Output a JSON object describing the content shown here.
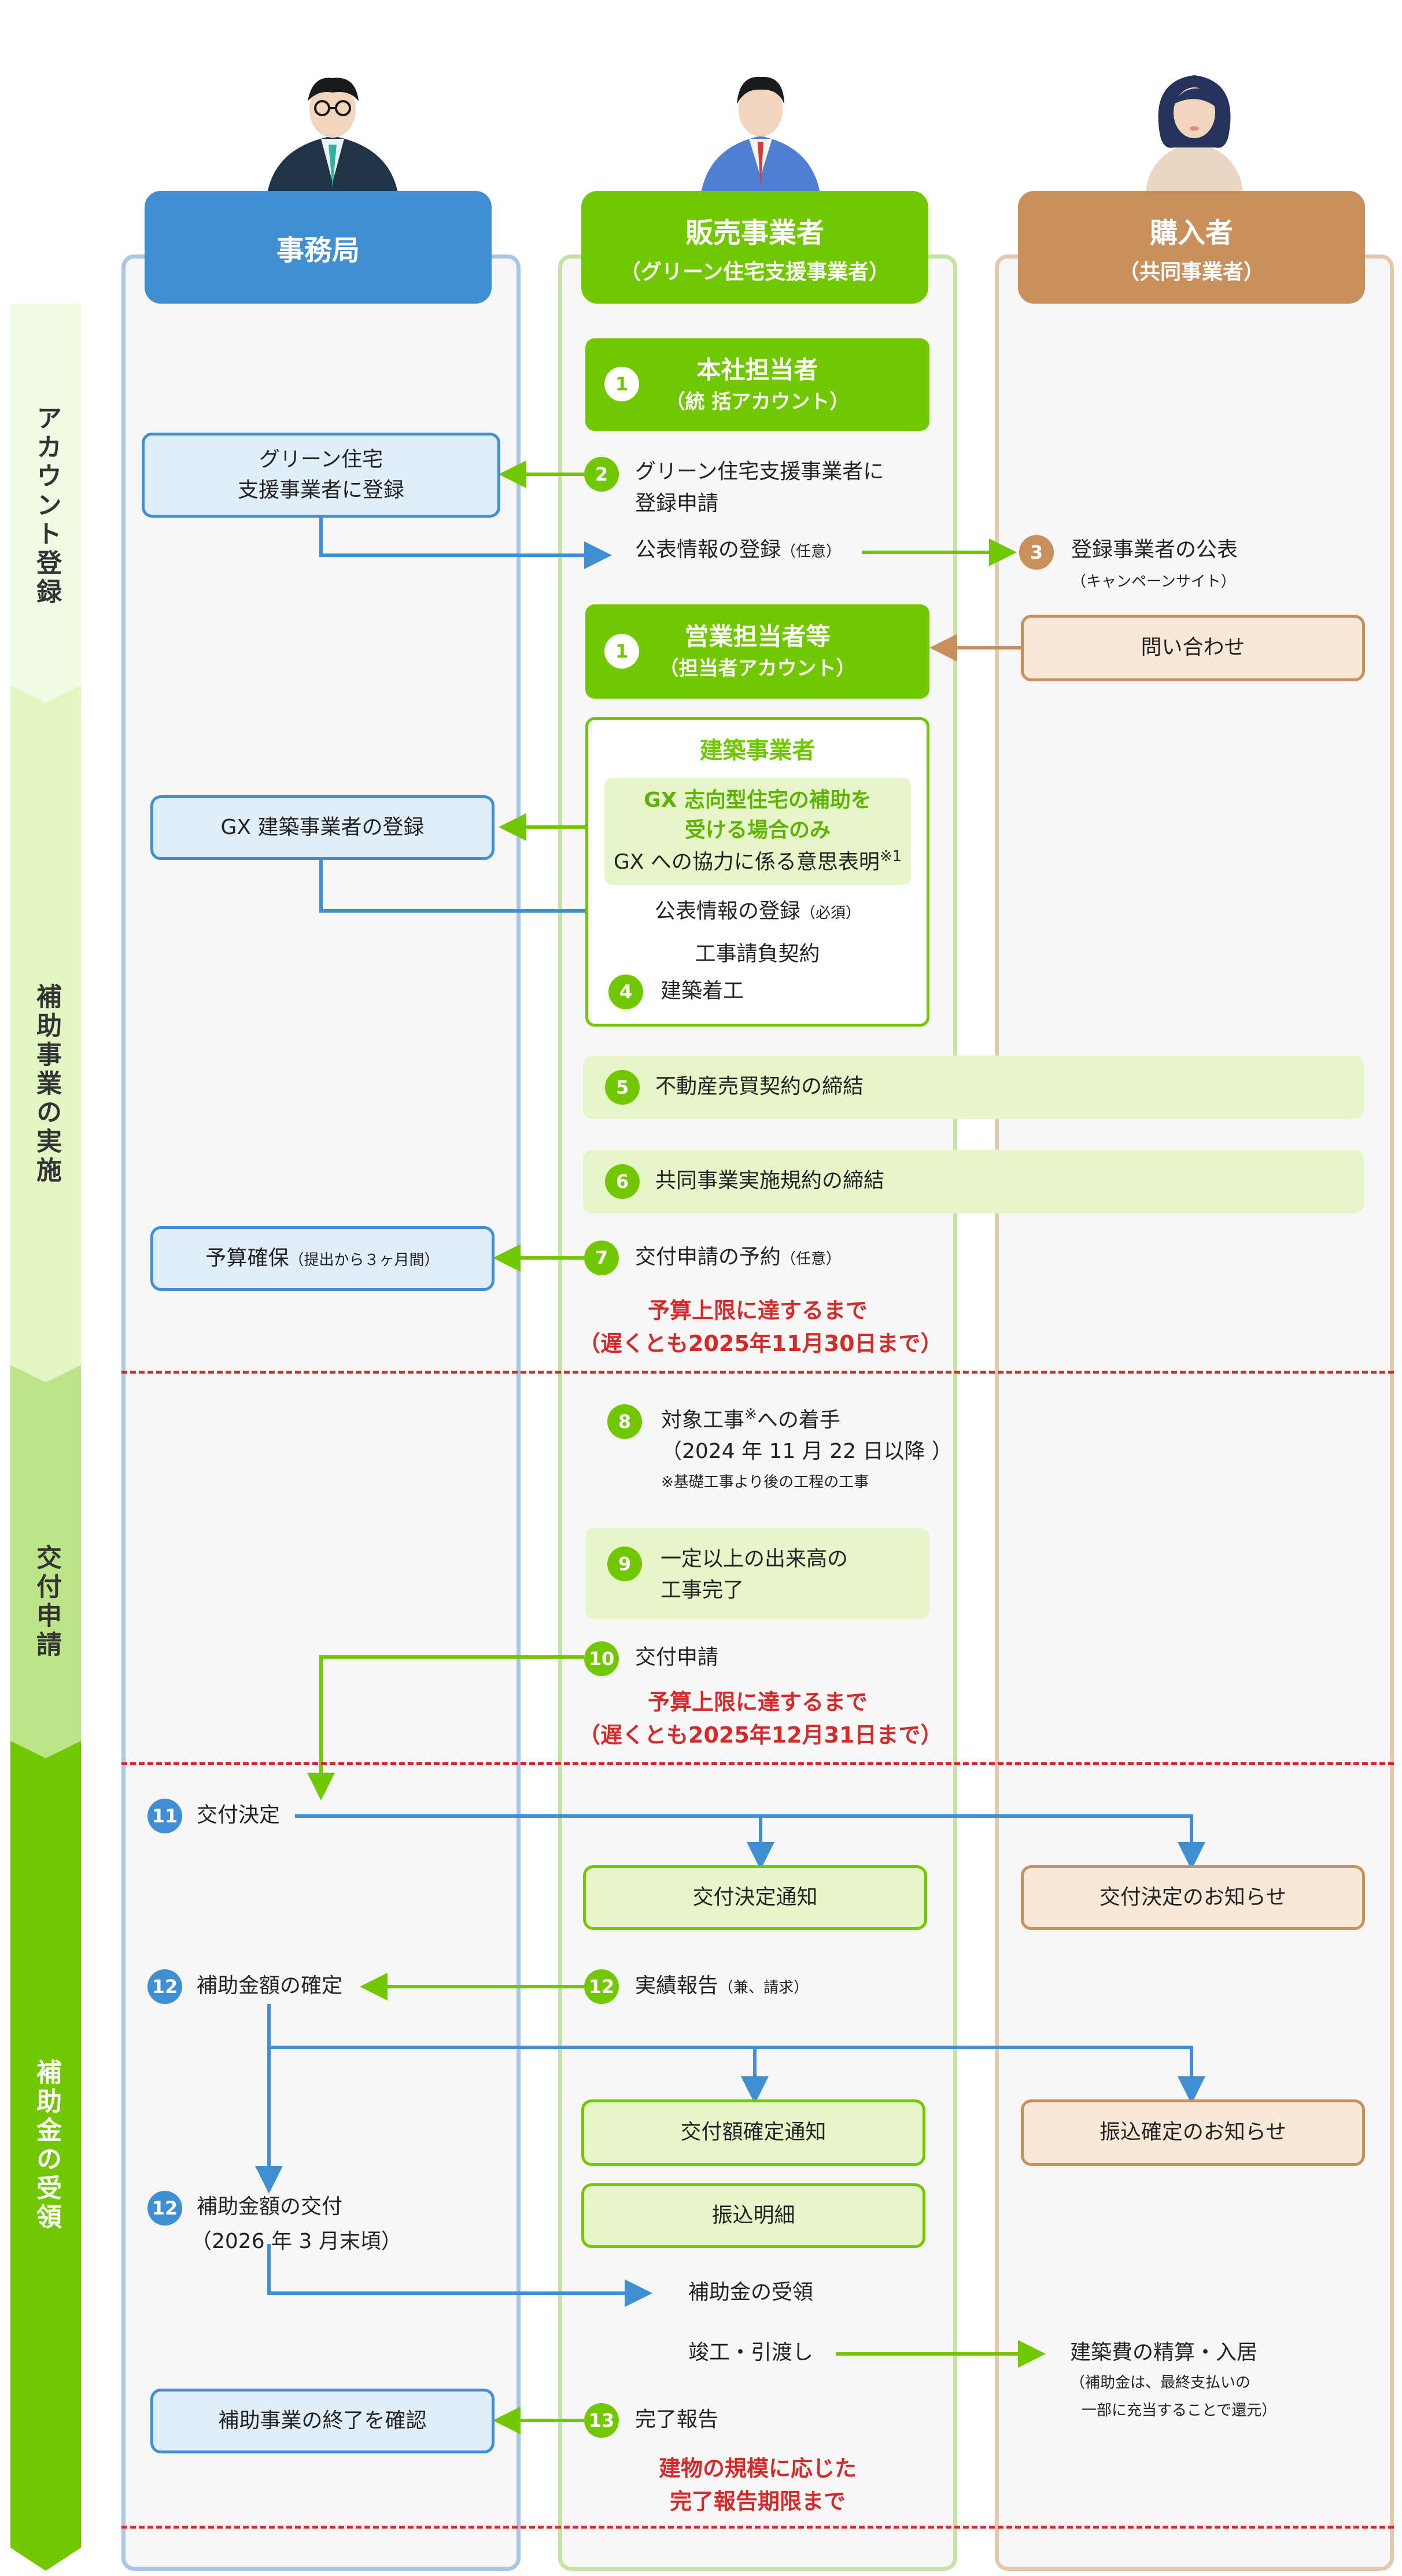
{
  "lanes": {
    "office": {
      "title": "事務局"
    },
    "seller": {
      "title": "販売事業者",
      "subtitle": "（グリーン住宅支援事業者）"
    },
    "buyer": {
      "title": "購入者",
      "subtitle": "（共同事業者）"
    }
  },
  "phases": [
    "アカウント登録",
    "補助事業の実施",
    "交付申請",
    "補助金の受領"
  ],
  "steps": {
    "hq_account": {
      "num": "1",
      "title": "本社担当者",
      "sub": "（統 括アカウント）"
    },
    "reg_apply": {
      "num": "2",
      "text1": "グリーン住宅支援事業者に",
      "text2": "登録申請"
    },
    "office_register": {
      "text1": "グリーン住宅",
      "text2": "支援事業者に登録"
    },
    "publish_info": {
      "text": "公表情報の登録",
      "note": "（任意）"
    },
    "buyer_publish": {
      "num": "3",
      "text": "登録事業者の公表",
      "note": "（キャンペーンサイト）"
    },
    "sales_account": {
      "num": "1",
      "title": "営業担当者等",
      "sub": "（担当者アカウント）"
    },
    "inquiry": {
      "text": "問い合わせ"
    },
    "builder": {
      "title": "建築事業者",
      "gx1": "GX 志向型住宅の補助を",
      "gx2": "受ける場合のみ",
      "gx3": "GX への協力に係る意思表明",
      "gx3_note": "※1",
      "publish": "公表情報の登録",
      "publish_note": "（必須）",
      "contract": "工事請負契約",
      "start_num": "4",
      "start": "建築着工"
    },
    "gx_register": {
      "text": "GX 建築事業者の登録"
    },
    "realestate": {
      "num": "5",
      "text": "不動産売買契約の締結"
    },
    "joint": {
      "num": "6",
      "text": "共同事業実施規約の締結"
    },
    "budget": {
      "text": "予算確保",
      "note": "（提出から３ヶ月間）"
    },
    "reserve": {
      "num": "7",
      "text": "交付申請の予約",
      "note": "（任意）"
    },
    "deadline1": {
      "line1": "予算上限に達するまで",
      "line2": "（遅くとも2025年11月30日まで）"
    },
    "start_work": {
      "num": "8",
      "text1": "対象工事",
      "text1_sup": "※",
      "text1_tail": "への着手",
      "text2": "（2024 年 11 月 22 日以降 ）",
      "note": "※基礎工事より後の工程の工事"
    },
    "progress": {
      "num": "9",
      "text1": "一定以上の出来高の",
      "text2": "工事完了"
    },
    "apply": {
      "num": "10",
      "text": "交付申請"
    },
    "deadline2": {
      "line1": "予算上限に達するまで",
      "line2": "（遅くとも2025年12月31日まで）"
    },
    "decision": {
      "num": "11",
      "text": "交付決定"
    },
    "decision_notice": {
      "text": "交付決定通知"
    },
    "decision_info": {
      "text": "交付決定のお知らせ"
    },
    "confirm": {
      "num": "12",
      "text": "補助金額の確定"
    },
    "report": {
      "num": "12",
      "text": "実績報告",
      "note": "（兼、請求）"
    },
    "amount_notice": {
      "text": "交付額確定通知"
    },
    "transfer_info": {
      "text": "振込確定のお知らせ"
    },
    "transfer_detail": {
      "text": "振込明細"
    },
    "payment": {
      "num": "12",
      "text1": "補助金額の交付",
      "text2": "（2026 年 3 月末頃）"
    },
    "receive": {
      "text": "補助金の受領"
    },
    "handover": {
      "text": "竣工・引渡し"
    },
    "settle": {
      "text": "建築費の精算・入居",
      "note1": "（補助金は、最終支払いの",
      "note2": "一部に充当することで還元）"
    },
    "end_confirm": {
      "text": "補助事業の終了を確認"
    },
    "complete": {
      "num": "13",
      "text": "完了報告"
    },
    "deadline3": {
      "line1": "建物の規模に応じた",
      "line2": "完了報告期限まで"
    }
  },
  "colors": {
    "blue": "#3f8fd2",
    "green": "#72c800",
    "tan": "#c98f5c",
    "red": "#d42a2a"
  }
}
